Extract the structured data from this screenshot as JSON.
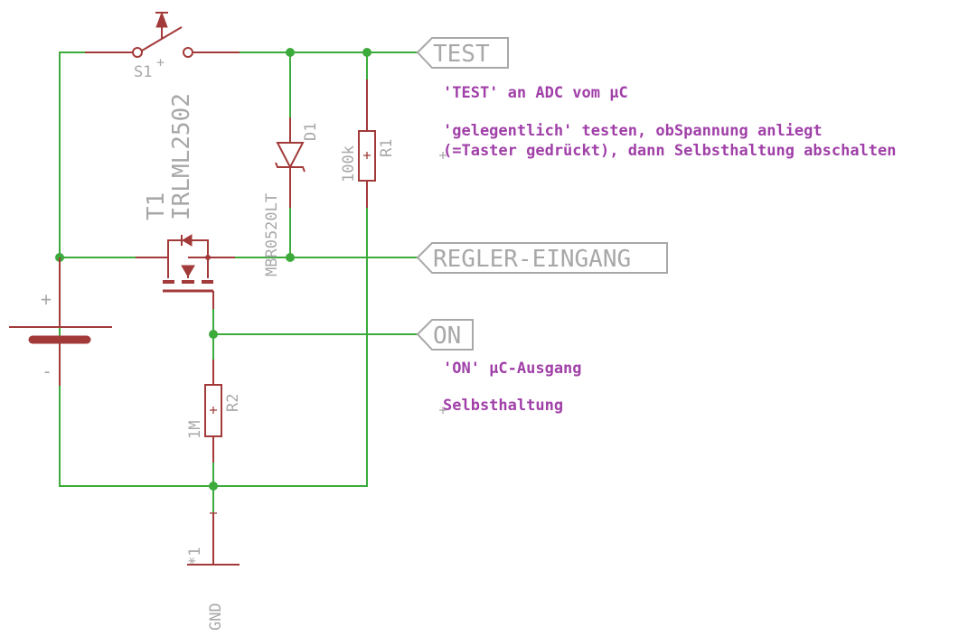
{
  "colors": {
    "wire": "#3cab3c",
    "part": "#a33a3a",
    "label": "#a8a8a8",
    "note": "#a040a8"
  },
  "parts": {
    "s1": {
      "name": "S1",
      "plus": "+"
    },
    "t1": {
      "name": "T1",
      "value": "IRLML2502"
    },
    "d1": {
      "name": "D1",
      "value": "MBR0520LT"
    },
    "r1": {
      "name": "R1",
      "value": "100k"
    },
    "r2": {
      "name": "R2",
      "value": "1M"
    },
    "battery": {
      "plus": "+",
      "minus": "-"
    },
    "gnd": {
      "name": "GND",
      "pin": "*1"
    }
  },
  "net_labels": {
    "test": "TEST",
    "regler": "REGLER-EINGANG",
    "on": "ON"
  },
  "notes": {
    "test_line1": "'TEST' an ADC vom µC",
    "test_line2": "'gelegentlich' testen, obSpannung anliegt",
    "test_line3": "(=Taster gedrückt), dann Selbsthaltung abschalten",
    "on_line1": "'ON' µC-Ausgang",
    "on_line2": "Selbsthaltung"
  }
}
